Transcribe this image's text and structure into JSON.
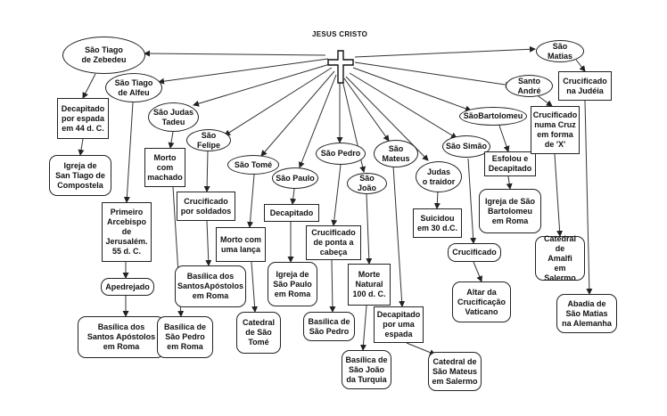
{
  "diagram_title": "JESUS CRISTO",
  "icons": {
    "center": "cross-icon"
  },
  "nodes": {
    "tiago_zebedeu": "São Tiago\nde Zebedeu",
    "tiago_alfeu": "São Tiago\nde Alfeu",
    "judas_tadeu": "São Judas\nTadeu",
    "felipe": "São\nFelipe",
    "tome": "São Tomé",
    "paulo": "São Paulo",
    "pedro": "São Pedro",
    "joao": "São João",
    "mateus": "São\nMateus",
    "judas_traidor": "Judas\no traidor",
    "simao": "São Simão",
    "bartolomeu": "SãoBartolomeu",
    "andre": "Santo\nAndré",
    "matias": "São\nMatias",
    "tz_death": "Decapitado\npor espada\nem 44 d. C.",
    "tz_church": "Igreja de\nSan Tiago de\nCompostela",
    "ta_bishop": "Primeiro\nArcebispo\nde\nJerusalém.\n55 d. C.",
    "ta_death": "Apedrejado",
    "ta_church": "Basílica dos\nSantos Apóstolos\nem Roma",
    "jt_death": "Morto\ncom\nmachado",
    "jt_church": "Basílica de\nSão Pedro\nem Roma",
    "fe_death": "Crucificado\npor soldados",
    "fe_church": "Basílica dos\nSantosApóstolos\nem Roma",
    "to_death": "Morto com\numa lança",
    "to_church": "Catedral\nde São\nTomé",
    "pa_death": "Decapitado",
    "pa_church": "Igreja de\nSão Paulo\nem Roma",
    "pe_death": "Crucificado\nde ponta a\ncabeça",
    "pe_church": "Basílica de\nSão Pedro",
    "jo_death": "Morte\nNatural\n100 d. C.",
    "jo_church": "Basílica de\nSão João\nda Turquia",
    "ma_death": "Decapitado\npor uma\nespada",
    "ma_church": "Catedral de\nSão Mateus\nem Salermo",
    "ju_death": "Suicidou\nem 30 d.C.",
    "si_death": "Crucificado",
    "si_church": "Altar da\nCrucificação\nVaticano",
    "ba_death": "Esfolou e\nDecapitado",
    "ba_church": "Igreja de São\nBartolomeu\nem Roma",
    "an_death": "Crucificado\nnuma Cruz\nem forma\nde 'X'",
    "an_church": "Catedral\nde\nAmalfi\nem Salermo",
    "mt_death": "Crucificado\nna Judéia",
    "mt_church": "Abadia de\nSão Matias\nna Alemanha"
  }
}
